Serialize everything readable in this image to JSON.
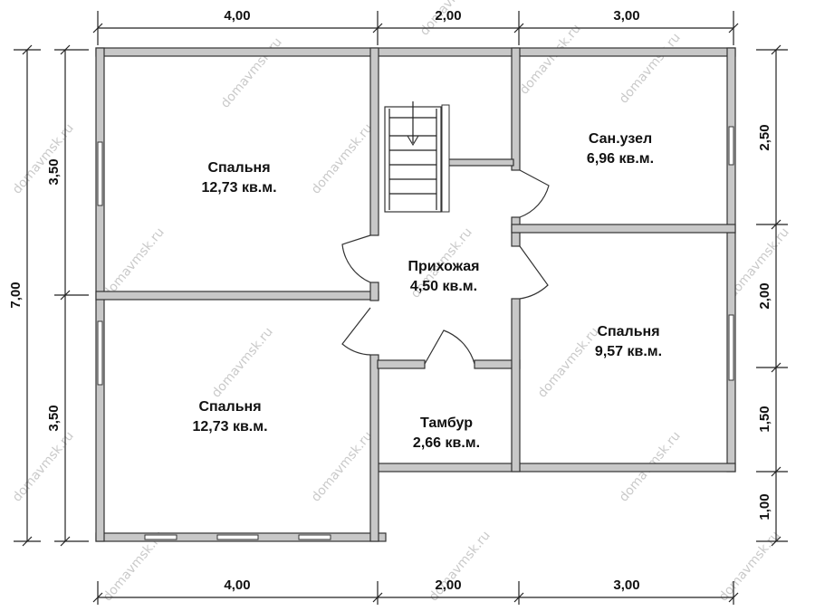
{
  "dimensions": {
    "top": [
      "4,00",
      "2,00",
      "3,00"
    ],
    "bottom": [
      "4,00",
      "2,00",
      "3,00"
    ],
    "left_outer": "7,00",
    "left_inner": [
      "3,50",
      "3,50"
    ],
    "right": [
      "2,50",
      "2,00",
      "1,50",
      "1,00"
    ]
  },
  "rooms": {
    "bedroom_top_left": {
      "name": "Спальня",
      "area": "12,73 кв.м."
    },
    "bedroom_bottom_left": {
      "name": "Спальня",
      "area": "12,73 кв.м."
    },
    "hallway": {
      "name": "Прихожая",
      "area": "4,50 кв.м."
    },
    "vestibule": {
      "name": "Тамбур",
      "area": "2,66 кв.м."
    },
    "bathroom": {
      "name": "Сан.узел",
      "area": "6,96 кв.м."
    },
    "bedroom_right": {
      "name": "Спальня",
      "area": "9,57 кв.м."
    }
  },
  "watermark": "domavmsk.ru",
  "colors": {
    "wall_fill": "#c8c8c8",
    "line": "#333333",
    "watermark": "#b8b8b8"
  }
}
